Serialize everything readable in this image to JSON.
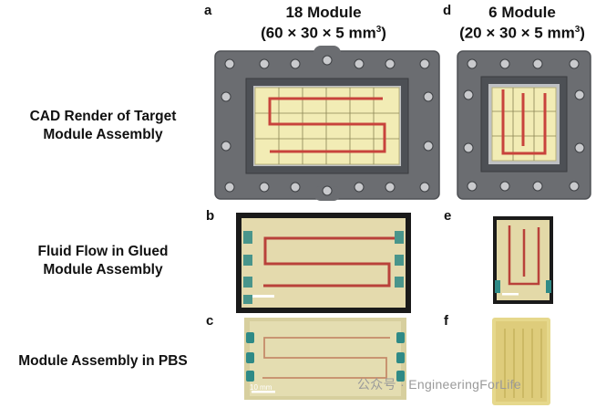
{
  "panels": {
    "a": "a",
    "b": "b",
    "c": "c",
    "d": "d",
    "e": "e",
    "f": "f"
  },
  "columns": {
    "left": {
      "title": "18 Module",
      "dims_prefix": "(60 × 30 × 5 mm",
      "dims_suffix": ")",
      "exp": "3"
    },
    "right": {
      "title": "6 Module",
      "dims_prefix": "(20 × 30 × 5 mm",
      "dims_suffix": ")",
      "exp": "3"
    }
  },
  "rows": {
    "cad": [
      "CAD Render of Target",
      "Module Assembly"
    ],
    "flow": [
      "Fluid Flow in Glued",
      "Module Assembly"
    ],
    "pbs": [
      "Module Assembly in PBS"
    ]
  },
  "scale_bar_label": "10 mm",
  "watermark": "公众号 · EngineeringForLife",
  "colors": {
    "frame": "#707276",
    "window": "#4a4d52",
    "module": "#f3edb8",
    "channel": "#c8433c",
    "teal": "#2f8a86"
  }
}
